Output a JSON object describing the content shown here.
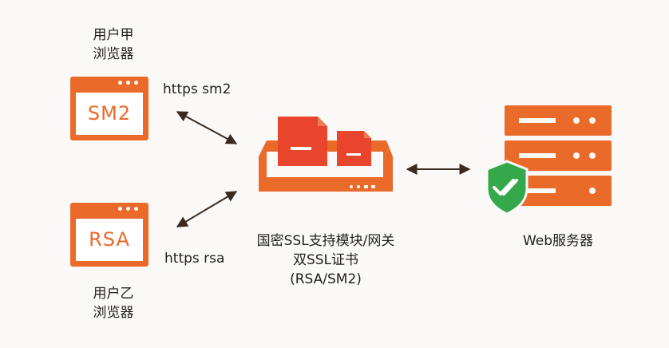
{
  "client_a": {
    "line1": "用户甲",
    "line2": "浏览器",
    "protocol_badge": "SM2"
  },
  "client_b": {
    "line1": "用户乙",
    "line2": "浏览器",
    "protocol_badge": "RSA"
  },
  "links": {
    "a_label": "https sm2",
    "b_label": "https rsa"
  },
  "gateway": {
    "line1": "国密SSL支持模块/网关",
    "line2": "双SSL证书",
    "line3": "(RSA/SM2)"
  },
  "server": {
    "label": "Web服务器"
  },
  "colors": {
    "orange": "#ea6a2a",
    "red": "#e8452c",
    "green": "#34a84a",
    "arrow": "#3b2a20",
    "background": "#fbf9f7"
  },
  "icons": [
    "browser-window-icon",
    "gateway-device-icon",
    "certificate-icon",
    "server-rack-icon",
    "security-shield-icon"
  ]
}
